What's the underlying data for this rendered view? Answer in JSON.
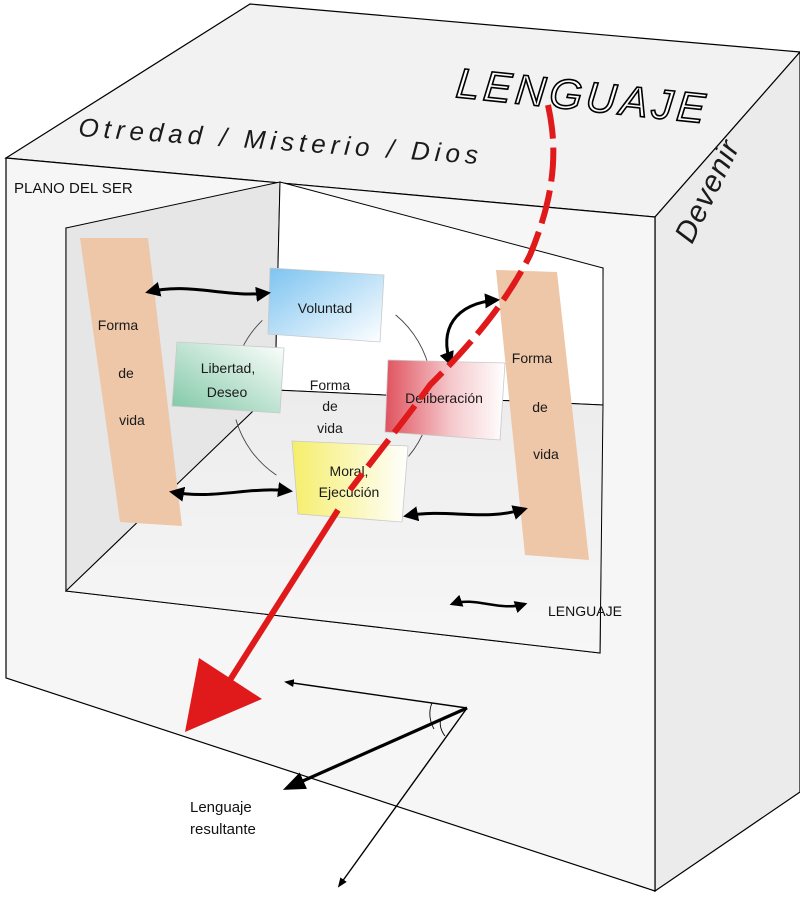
{
  "box": {
    "top_label": "Otredad / Misterio / Dios",
    "right_label": "Devenir",
    "plane_label": "PLANO DEL SER",
    "language_title": "LENGUAJE"
  },
  "left_column": {
    "lines": [
      "Forma",
      "de",
      "vida"
    ]
  },
  "right_column": {
    "lines": [
      "Forma",
      "de",
      "vida"
    ]
  },
  "center": {
    "lines": [
      "Forma",
      "de",
      "vida"
    ]
  },
  "cards": {
    "voluntad": {
      "lines": [
        "Voluntad"
      ],
      "color": "#7cc3f0"
    },
    "libertad": {
      "lines": [
        "Libertad,",
        "Deseo"
      ],
      "color": "#7fc7a5"
    },
    "deliberacion": {
      "lines": [
        "Deliberación"
      ],
      "color": "#e0525e"
    },
    "moral": {
      "lines": [
        "Moral,",
        "Ejecución"
      ],
      "color": "#f5ee6a"
    }
  },
  "legend": {
    "label": "LENGUAJE"
  },
  "result": {
    "lines": [
      "Lenguaje",
      "resultante"
    ]
  },
  "colors": {
    "language_arrow": "#e0191b",
    "forma_column": "#eec6a8",
    "wall_light": "#f4f4f4",
    "wall_mid": "#e8e8e8",
    "wall_dark": "#dcdcdc"
  }
}
